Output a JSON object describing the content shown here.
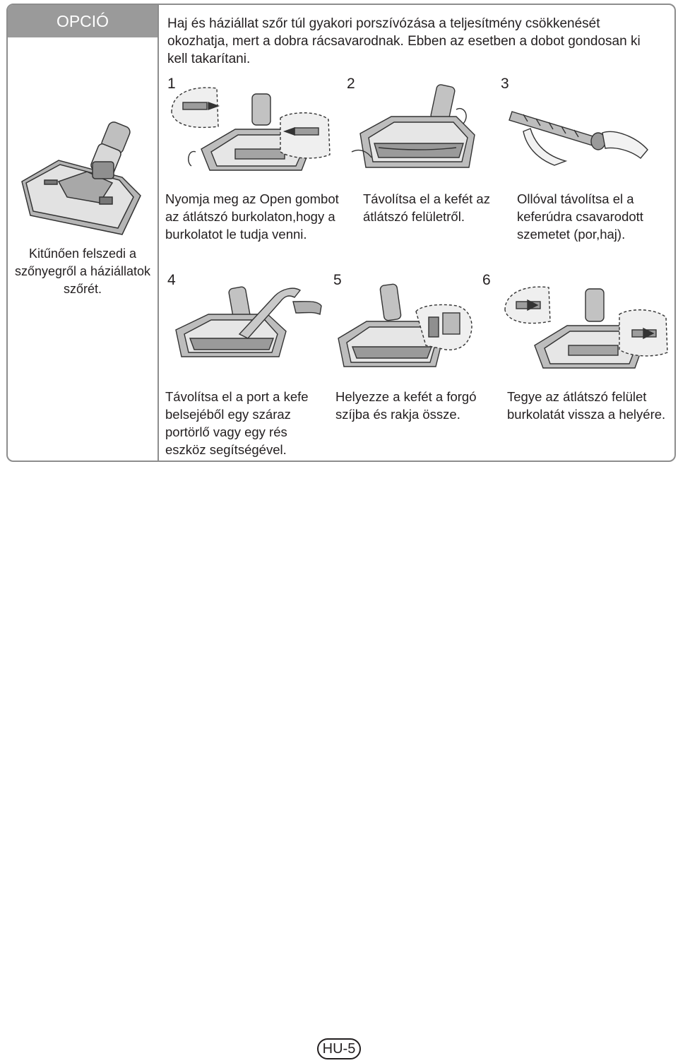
{
  "header": {
    "option_label": "OPCIÓ"
  },
  "intro": "Haj és háziállat szőr túl gyakori porszívózása a teljesítmény csökkenését okozhatja, mert a dobra rácsavarodnak. Ebben az esetben a dobot gondosan ki kell takarítani.",
  "side_caption": "Kitűnően felszedi a szőnyegről a háziállatok szőrét.",
  "steps": [
    {
      "number": "1",
      "caption": "Nyomja meg az Open gombot az átlátszó burkolaton,hogy a burkolatot le tudja venni."
    },
    {
      "number": "2",
      "caption": "Távolítsa el a kefét az átlátszó felületről."
    },
    {
      "number": "3",
      "caption": "Ollóval távolítsa el a keferúdra csavarodott szemetet (por,haj)."
    },
    {
      "number": "4",
      "caption": "Távolítsa el a port a kefe belsejéből egy száraz portörlő vagy egy rés eszköz segítségével."
    },
    {
      "number": "5",
      "caption": "Helyezze a kefét a forgó szíjba és rakja össze."
    },
    {
      "number": "6",
      "caption": "Tegye az átlátszó felület burkolatát vissza a helyére."
    }
  ],
  "footer": {
    "page_number": "HU-5"
  },
  "colors": {
    "frame": "#8d8d8d",
    "badge": "#9a9a9a",
    "text": "#231f20"
  }
}
